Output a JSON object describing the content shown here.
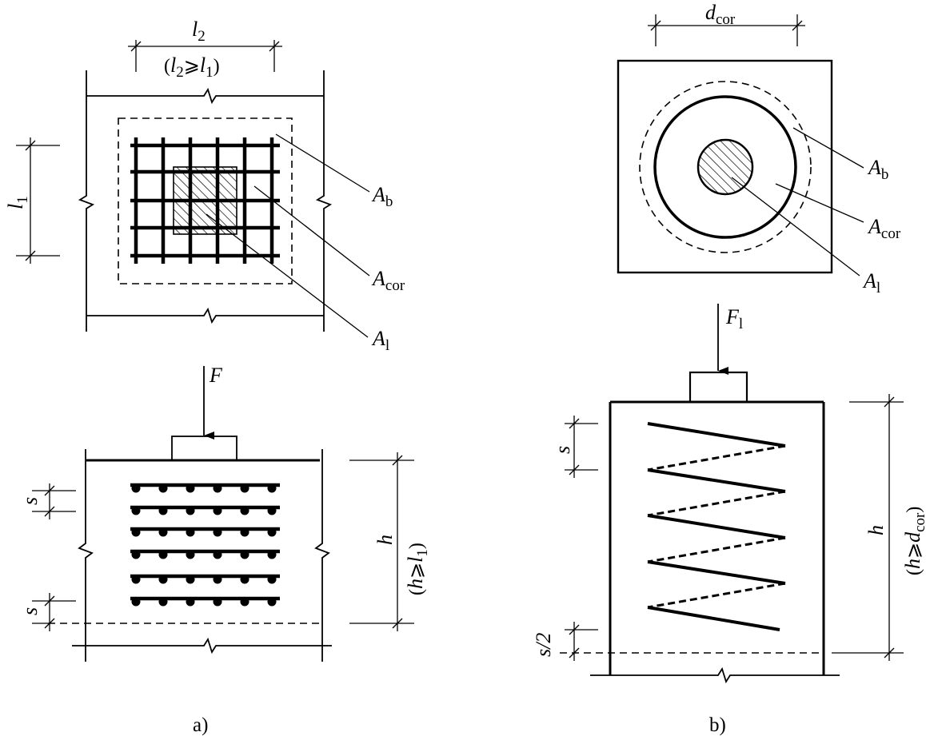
{
  "figure_a": {
    "top_dim": {
      "var": "l",
      "sub": "2"
    },
    "top_dim_cond": {
      "open": "(",
      "var1": "l",
      "sub1": "2",
      "rel": "⩾",
      "var2": "l",
      "sub2": "1",
      "close": ")"
    },
    "left_dim": {
      "var": "l",
      "sub": "1"
    },
    "label_ab": {
      "var": "A",
      "sub": "b"
    },
    "label_acor": {
      "var": "A",
      "sub": "cor"
    },
    "label_al": {
      "var": "A",
      "sub": "l"
    },
    "load": "F",
    "spacing_top": "s",
    "spacing_bottom": "s",
    "height": "h",
    "height_cond": {
      "open": "(",
      "var1": "h",
      "rel": "⩾",
      "var2": "l",
      "sub2": "1",
      "close": ")"
    },
    "caption": "a)"
  },
  "figure_b": {
    "top_dim": {
      "var": "d",
      "sub": "cor"
    },
    "label_ab": {
      "var": "A",
      "sub": "b"
    },
    "label_acor": {
      "var": "A",
      "sub": "cor"
    },
    "label_al": {
      "var": "A",
      "sub": "l"
    },
    "load": {
      "var": "F",
      "sub": "l"
    },
    "spacing": "s",
    "half_spacing": "s/2",
    "height": "h",
    "height_cond": {
      "open": "(",
      "var1": "h",
      "rel": "⩾",
      "var2": "d",
      "sub2": "cor",
      "close": ")"
    },
    "caption": "b)"
  }
}
